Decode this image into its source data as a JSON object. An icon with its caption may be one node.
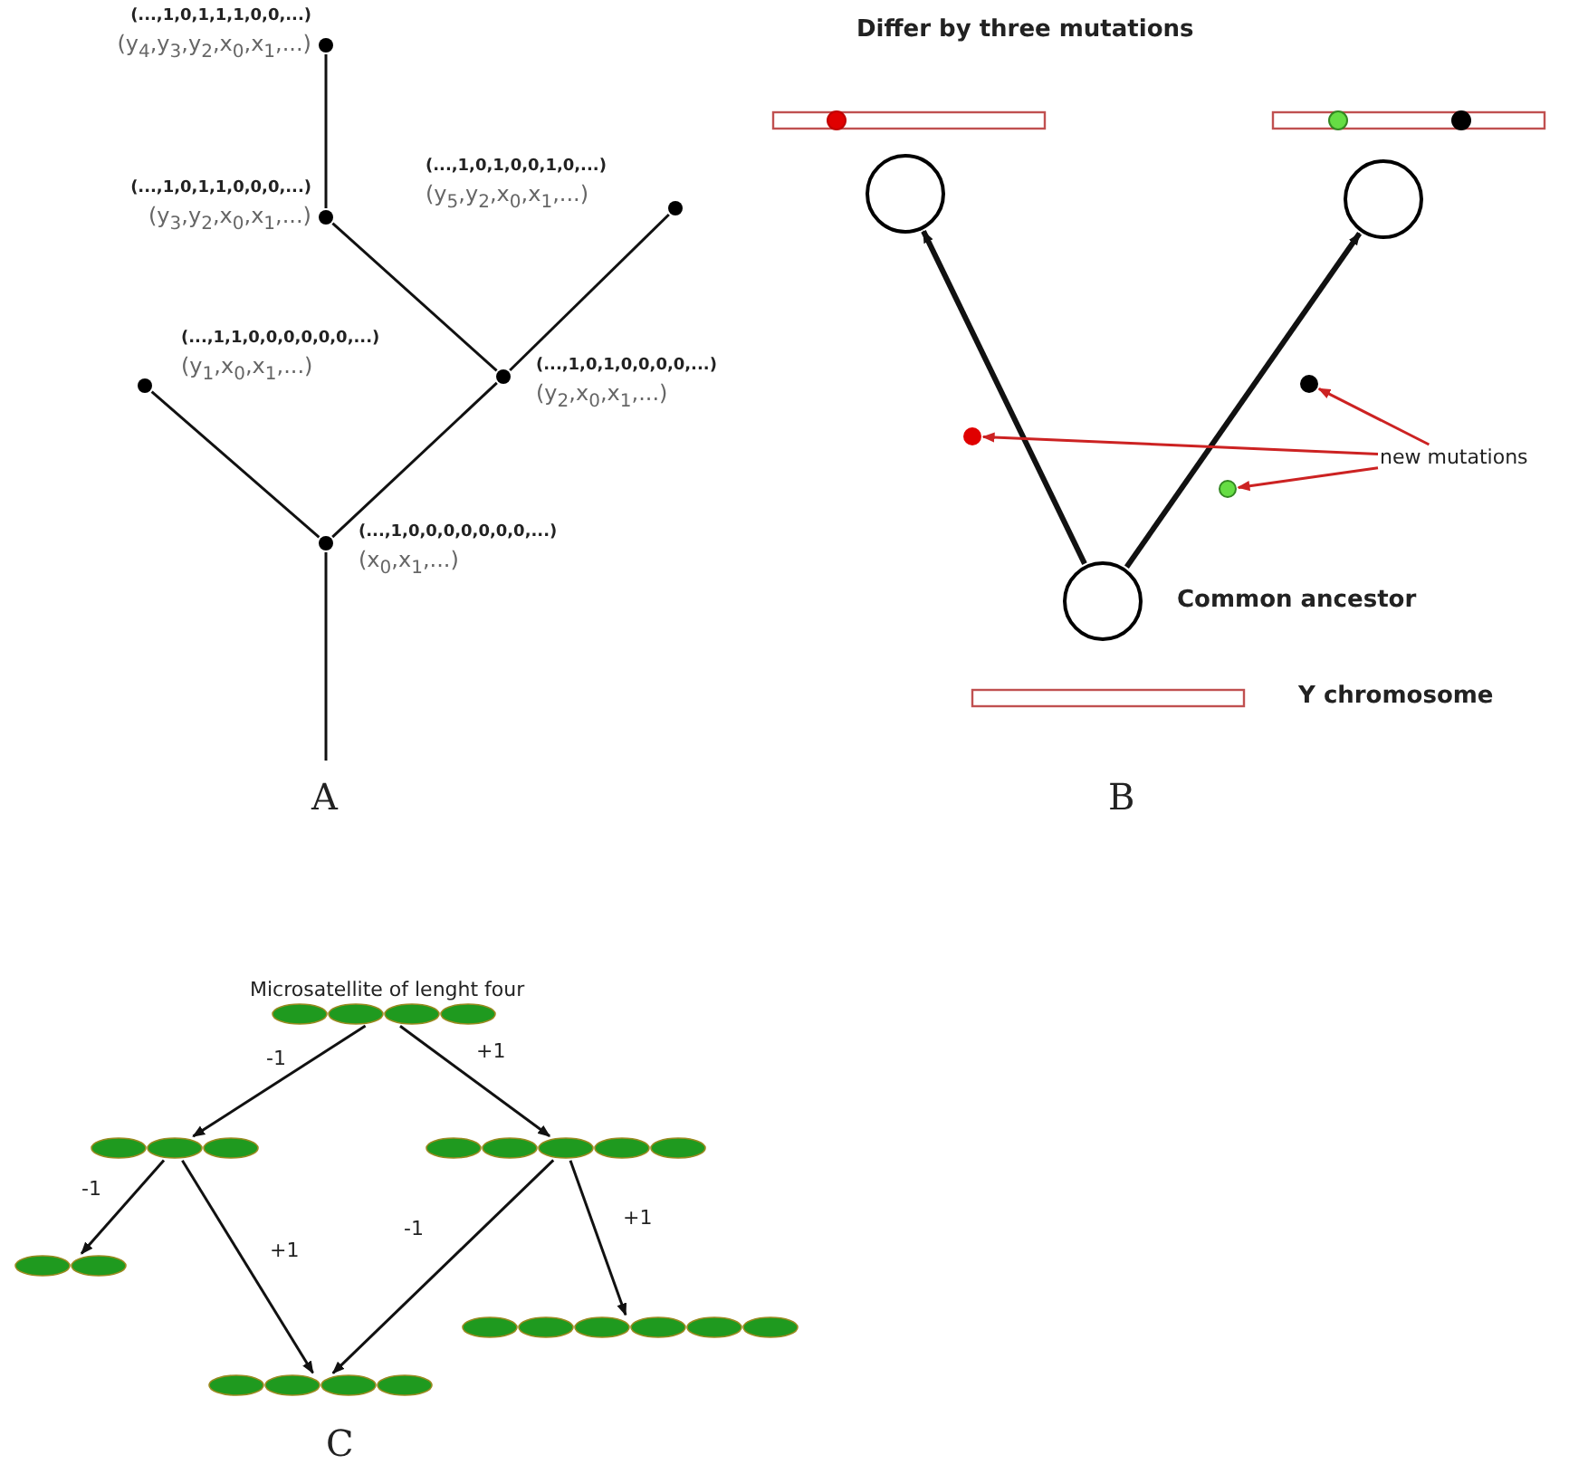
{
  "diagram": {
    "nodes": [
      {
        "text": [],
        "shape": "circle",
        "beside": [
          "(...,1,0,0,0,0,0,0,0,...)",
          "(x$_{0}$,x$_{1}$,...)"
        ]
      },
      {
        "text": [],
        "shape": "circle",
        "beside": [
          "(...,1,1,0,0,0,0,0,0,...)",
          "(y$_{1}$,x$_{0}$,x$_{1}$,...)"
        ]
      },
      {
        "text": [],
        "shape": "circle",
        "beside": [
          "(...,1,0,1,0,0,0,0,...)",
          "(y$_{2}$,x$_{0}$,x$_{1}$,...)"
        ]
      },
      {
        "text": [],
        "shape": "circle",
        "beside": [
          "(...,1,0,1,1,0,0,0,...)",
          "(y$_{3}$,y$_{2}$,x$_{0}$,x$_{1}$,...)"
        ]
      },
      {
        "text": [],
        "shape": "circle",
        "beside": [
          "(...,1,0,1,0,0,1,0,...)",
          "(y$_{5}$,y$_{2}$,x$_{0}$,x$_{1}$,...)"
        ]
      },
      {
        "text": [],
        "shape": "circle",
        "beside": [
          "(...,1,0,1,1,1,0,0,...)",
          "(y$_{4}$,y$_{3}$,y$_{2}$,x$_{0}$,x$_{1}$,...)"
        ]
      },
      {
        "text": [],
        "shape": "circle"
      },
      {
        "text": [],
        "shape": "circle"
      },
      {
        "text": [],
        "shape": "circle",
        "beside": [
          "Common ancestor"
        ]
      },
      {
        "text": [],
        "shape": "circle"
      },
      {
        "text": [],
        "shape": "circle"
      },
      {
        "text": [],
        "shape": "circle"
      },
      {
        "text": [
          "new mutations"
        ]
      },
      {
        "text": [],
        "shape": "bar"
      },
      {
        "text": [],
        "shape": "bar"
      },
      {
        "text": [],
        "shape": "bar"
      },
      {
        "text": [],
        "shape": "bar"
      },
      {
        "text": [],
        "shape": "bar"
      },
      {
        "text": [],
        "shape": "bar"
      }
    ],
    "edges": [
      {
        "from": null,
        "to": 0,
        "arrow": "none"
      },
      {
        "from": 0,
        "to": 1,
        "arrow": "none"
      },
      {
        "from": 0,
        "to": 2,
        "arrow": "none"
      },
      {
        "from": 2,
        "to": 3,
        "arrow": "none"
      },
      {
        "from": 2,
        "to": 4,
        "arrow": "none"
      },
      {
        "from": 3,
        "to": 5,
        "arrow": "none"
      },
      {
        "from": 8,
        "to": 6,
        "arrow": "to",
        "style": "thick"
      },
      {
        "from": 8,
        "to": 7,
        "arrow": "to",
        "style": "thick"
      },
      {
        "from": 12,
        "to": 9,
        "arrow": "to",
        "color": "#cc2222"
      },
      {
        "from": 12,
        "to": 10,
        "arrow": "to",
        "color": "#cc2222"
      },
      {
        "from": 12,
        "to": 11,
        "arrow": "to",
        "color": "#cc2222"
      },
      {
        "from": 13,
        "to": 14,
        "arrow": "to",
        "label": "-1"
      },
      {
        "from": 13,
        "to": 15,
        "arrow": "to",
        "label": "+1"
      },
      {
        "from": 14,
        "to": 16,
        "arrow": "to",
        "label": "-1"
      },
      {
        "from": 14,
        "to": 18,
        "arrow": "to",
        "label": "+1"
      },
      {
        "from": 15,
        "to": 18,
        "arrow": "to",
        "label": "-1"
      },
      {
        "from": 15,
        "to": 17,
        "arrow": "to",
        "label": "+1"
      }
    ],
    "labels": [
      "Differ by three mutations",
      "Y chromosome",
      "A",
      "B",
      "Microsatellite of lenght four",
      "C"
    ]
  }
}
